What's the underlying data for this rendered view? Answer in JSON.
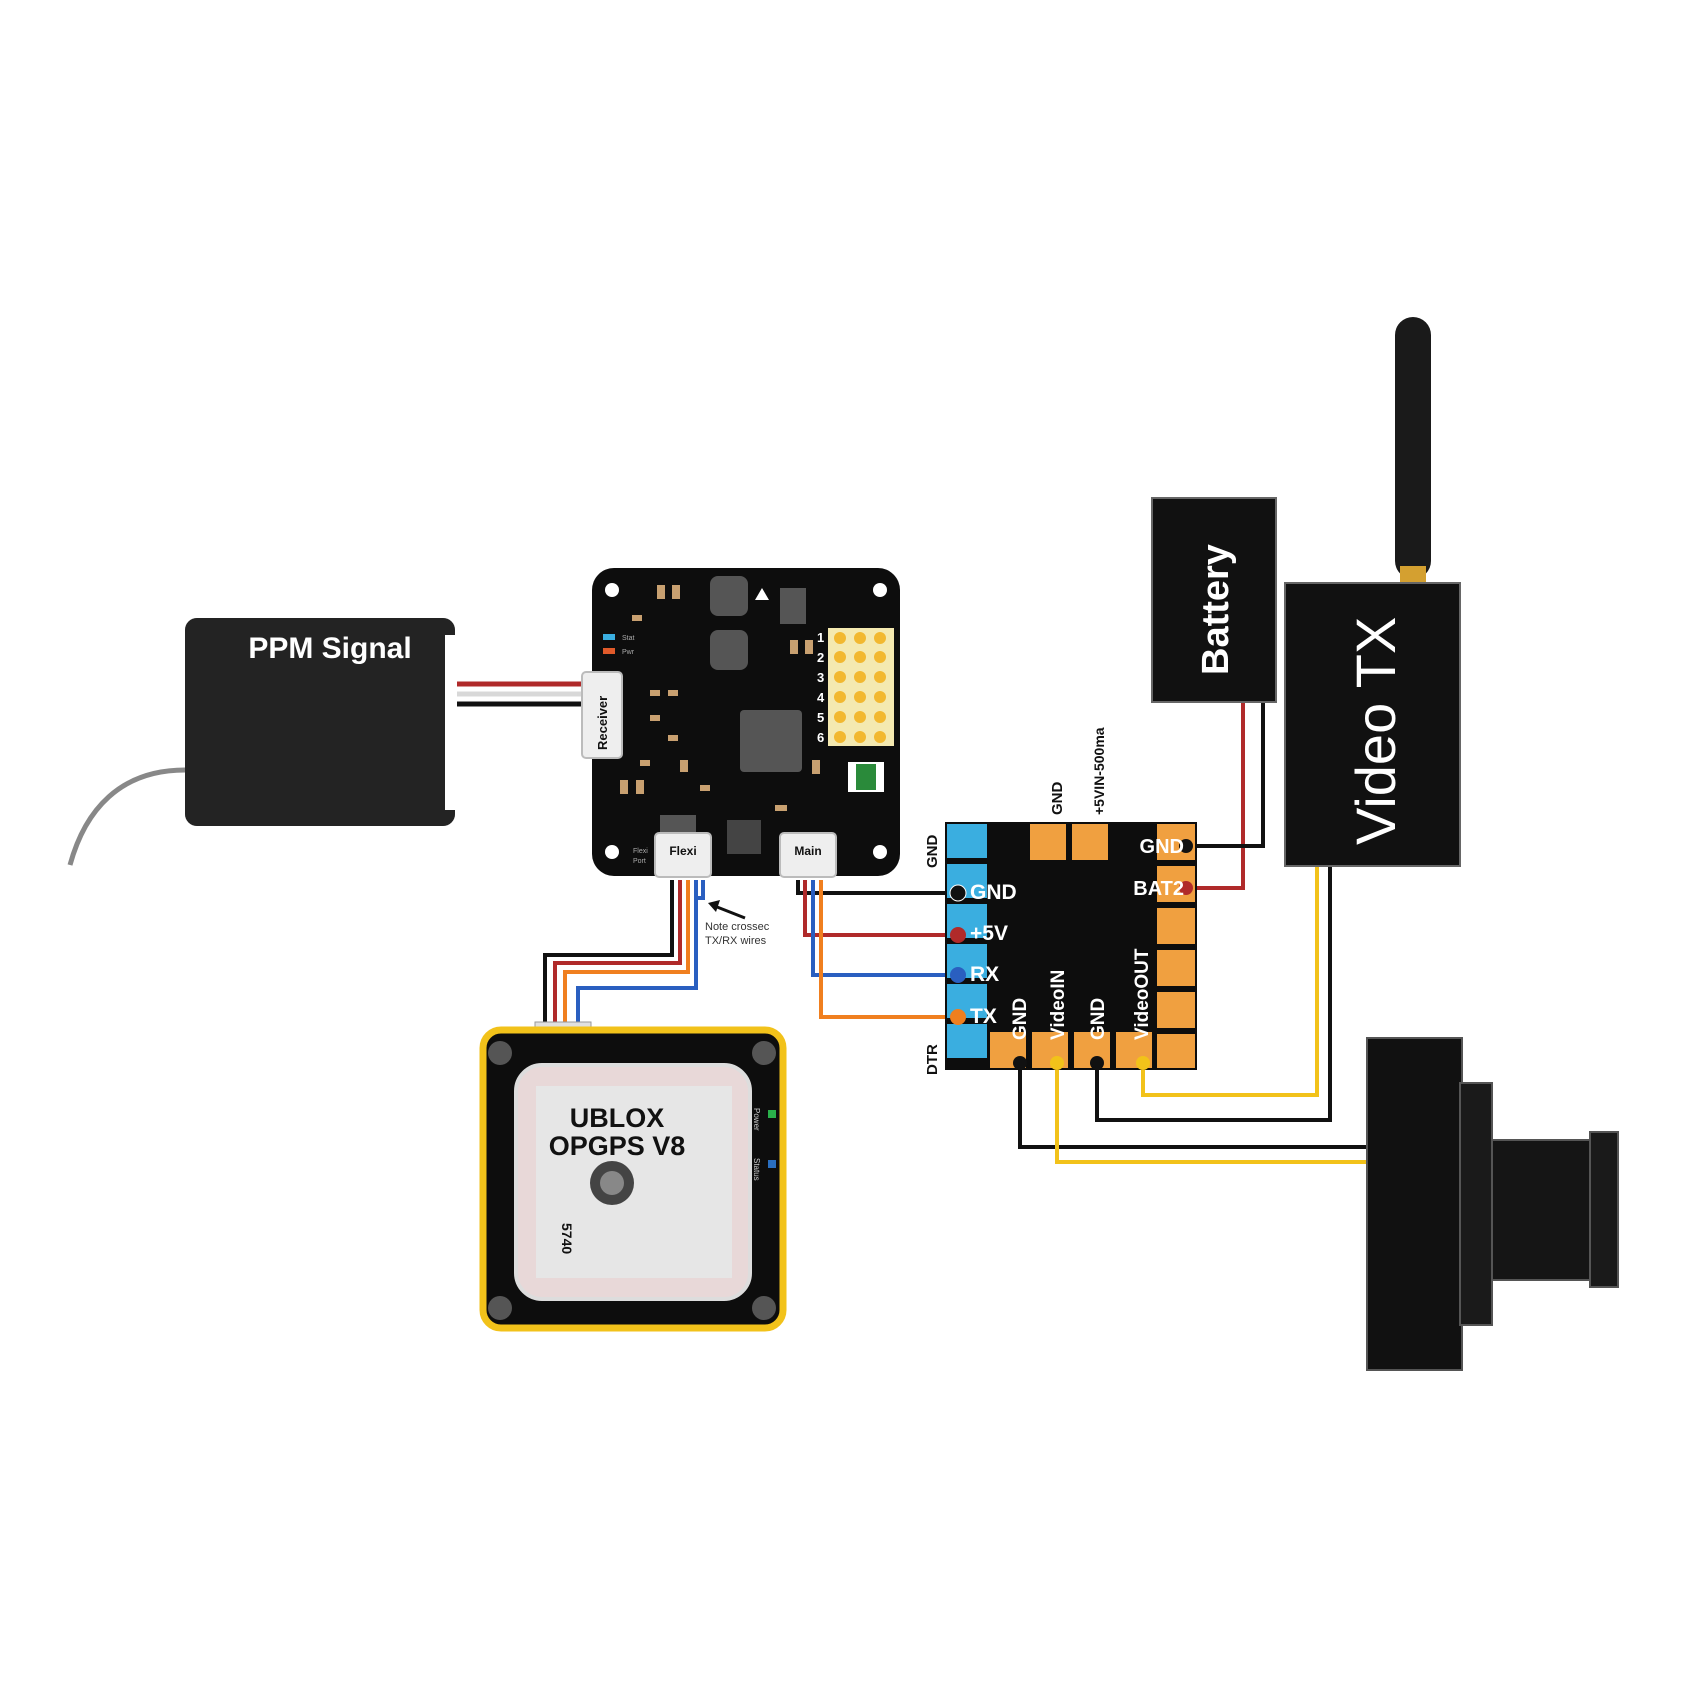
{
  "receiver": {
    "label": "PPM Signal"
  },
  "flight_controller": {
    "receiver_port": "Receiver",
    "flexi_port": "Flexi",
    "main_port": "Main",
    "led_stat": "Stat",
    "led_pwr": "Pwr",
    "flexi_small": "Flexi",
    "port_small": "Port",
    "output_numbers": [
      "1",
      "2",
      "3",
      "4",
      "5",
      "6"
    ],
    "note_line1": "Note crossec",
    "note_line2": "TX/RX wires"
  },
  "gps": {
    "line1": "UBLOX",
    "line2": "OPGPS V8",
    "code": "5740",
    "led_power": "Power",
    "led_status": "Status"
  },
  "osd": {
    "left_top": "GND",
    "left_bottom": "DTR",
    "pins_left": [
      "GND",
      "+5V",
      "RX",
      "TX"
    ],
    "top_pins": [
      "GND",
      "+5VIN-500ma"
    ],
    "right_pins": [
      "GND",
      "BAT2"
    ],
    "bottom_pins": [
      "GND",
      "VideoIN",
      "GND",
      "VideoOUT"
    ]
  },
  "battery": {
    "label": "Battery"
  },
  "video_tx": {
    "label": "Video TX"
  },
  "colors": {
    "board": "#0d0d0d",
    "pad_blue": "#3aaee0",
    "pad_orange": "#f0a040",
    "wire_red": "#b02a2a",
    "wire_blue": "#2a5fc0",
    "wire_orange": "#f07f1f",
    "wire_yellow": "#f2c21a",
    "gps_border": "#f2c21a"
  }
}
